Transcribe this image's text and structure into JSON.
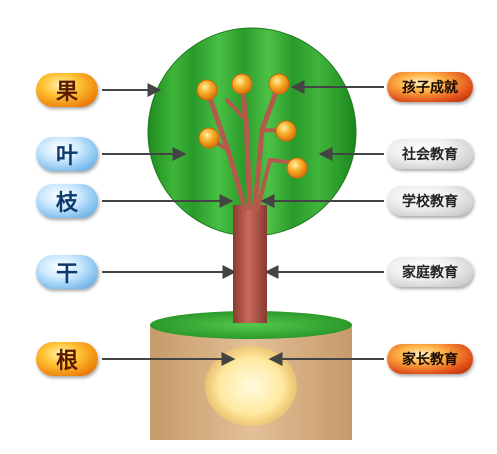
{
  "left_labels": {
    "fruit": "果",
    "leaf": "叶",
    "branch": "枝",
    "trunk": "干",
    "root": "根"
  },
  "right_labels": {
    "child_success": "孩子成就",
    "society_education": "社会教育",
    "school_education": "学校教育",
    "family_education": "家庭教育",
    "parent_education": "家长教育"
  },
  "colors": {
    "canopy_green": "#2e9e2e",
    "trunk_brown": "#b4574a",
    "soil_tan": "#d7b386",
    "fruit_orange": "#f5a21f",
    "root_glow": "#fff3b8",
    "arrow": "#444444"
  }
}
